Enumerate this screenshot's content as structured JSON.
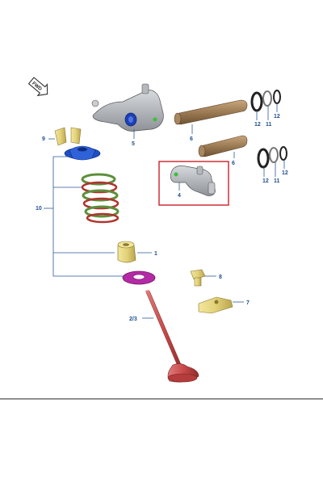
{
  "diagram": {
    "fwd_label": "FWD",
    "callouts": {
      "c1": "1",
      "c2_3": "2/3",
      "c4": "4",
      "c5": "5",
      "c6a": "6",
      "c6b": "6",
      "c7": "7",
      "c8": "8",
      "c9": "9",
      "c10": "10",
      "c11a": "11",
      "c11b": "11",
      "c12a": "12",
      "c12b": "12",
      "c12c": "12",
      "c12d": "12"
    },
    "colors": {
      "callout_text": "#1f4f8f",
      "highlight_box": "#cc1f2a",
      "shaft": "#9b7b54",
      "spring_green": "#5c8f3a",
      "spring_red": "#b0332c",
      "retainer_blue": "#1d4fc4",
      "seal_magenta": "#b42aa6",
      "valve_red": "#c84a4a",
      "brass": "#e3d27a",
      "rocker_grey": "#a9adb3"
    }
  }
}
